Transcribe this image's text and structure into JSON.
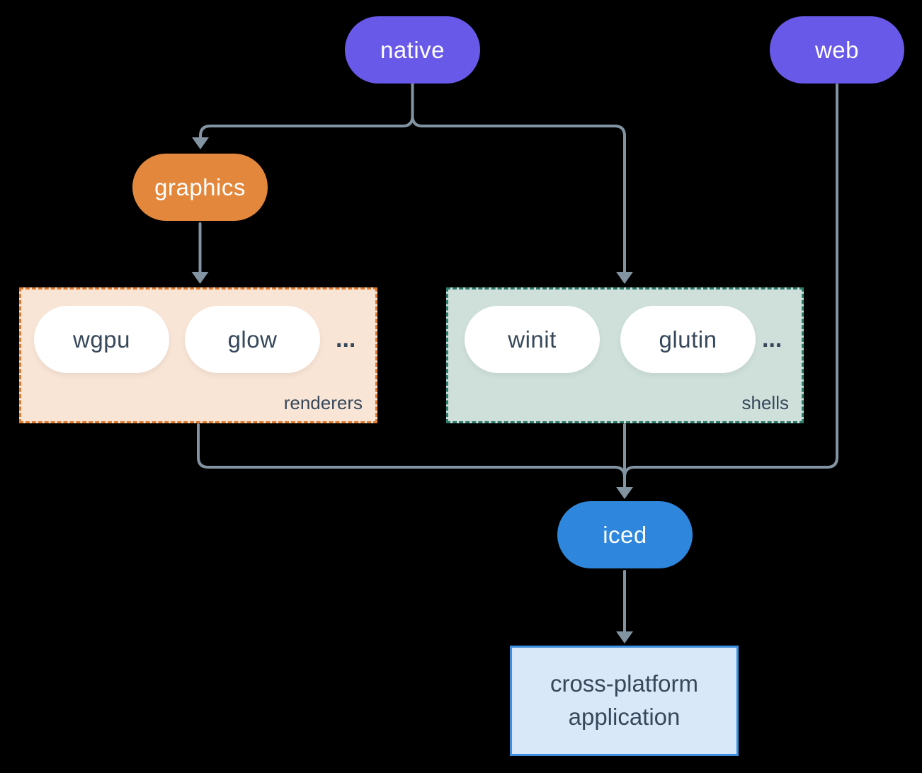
{
  "diagram": {
    "nodes": {
      "native": {
        "label": "native",
        "fill": "#6859E8",
        "text_color": "#FFFFFF"
      },
      "web": {
        "label": "web",
        "fill": "#6859E8",
        "text_color": "#FFFFFF"
      },
      "graphics": {
        "label": "graphics",
        "fill": "#E2873B",
        "text_color": "#FFFFFF"
      },
      "iced": {
        "label": "iced",
        "fill": "#2E87DC",
        "text_color": "#FFFFFF"
      },
      "wgpu": {
        "label": "wgpu",
        "fill": "#FFFFFF",
        "text_color": "#36485A"
      },
      "glow": {
        "label": "glow",
        "fill": "#FFFFFF",
        "text_color": "#36485A"
      },
      "winit": {
        "label": "winit",
        "fill": "#FFFFFF",
        "text_color": "#36485A"
      },
      "glutin": {
        "label": "glutin",
        "fill": "#FFFFFF",
        "text_color": "#36485A"
      }
    },
    "groups": {
      "renderers": {
        "label": "renderers",
        "ellipsis": "...",
        "bg": "#F9E5D6",
        "border": "#E17A2D"
      },
      "shells": {
        "label": "shells",
        "ellipsis": "...",
        "bg": "#CFE0DB",
        "border": "#2E7A6B"
      }
    },
    "application": {
      "line1": "cross-platform",
      "line2": "application",
      "bg": "#D8E8F8",
      "border": "#3F8FE1"
    },
    "edges": [
      {
        "from": "native",
        "to": "graphics"
      },
      {
        "from": "native",
        "to": "shells"
      },
      {
        "from": "graphics",
        "to": "renderers"
      },
      {
        "from": "renderers",
        "to": "iced"
      },
      {
        "from": "shells",
        "to": "iced"
      },
      {
        "from": "web",
        "to": "iced"
      },
      {
        "from": "iced",
        "to": "application"
      }
    ],
    "colors": {
      "background": "#000000",
      "connector": "#8294A2",
      "dark_text": "#36485A"
    }
  }
}
